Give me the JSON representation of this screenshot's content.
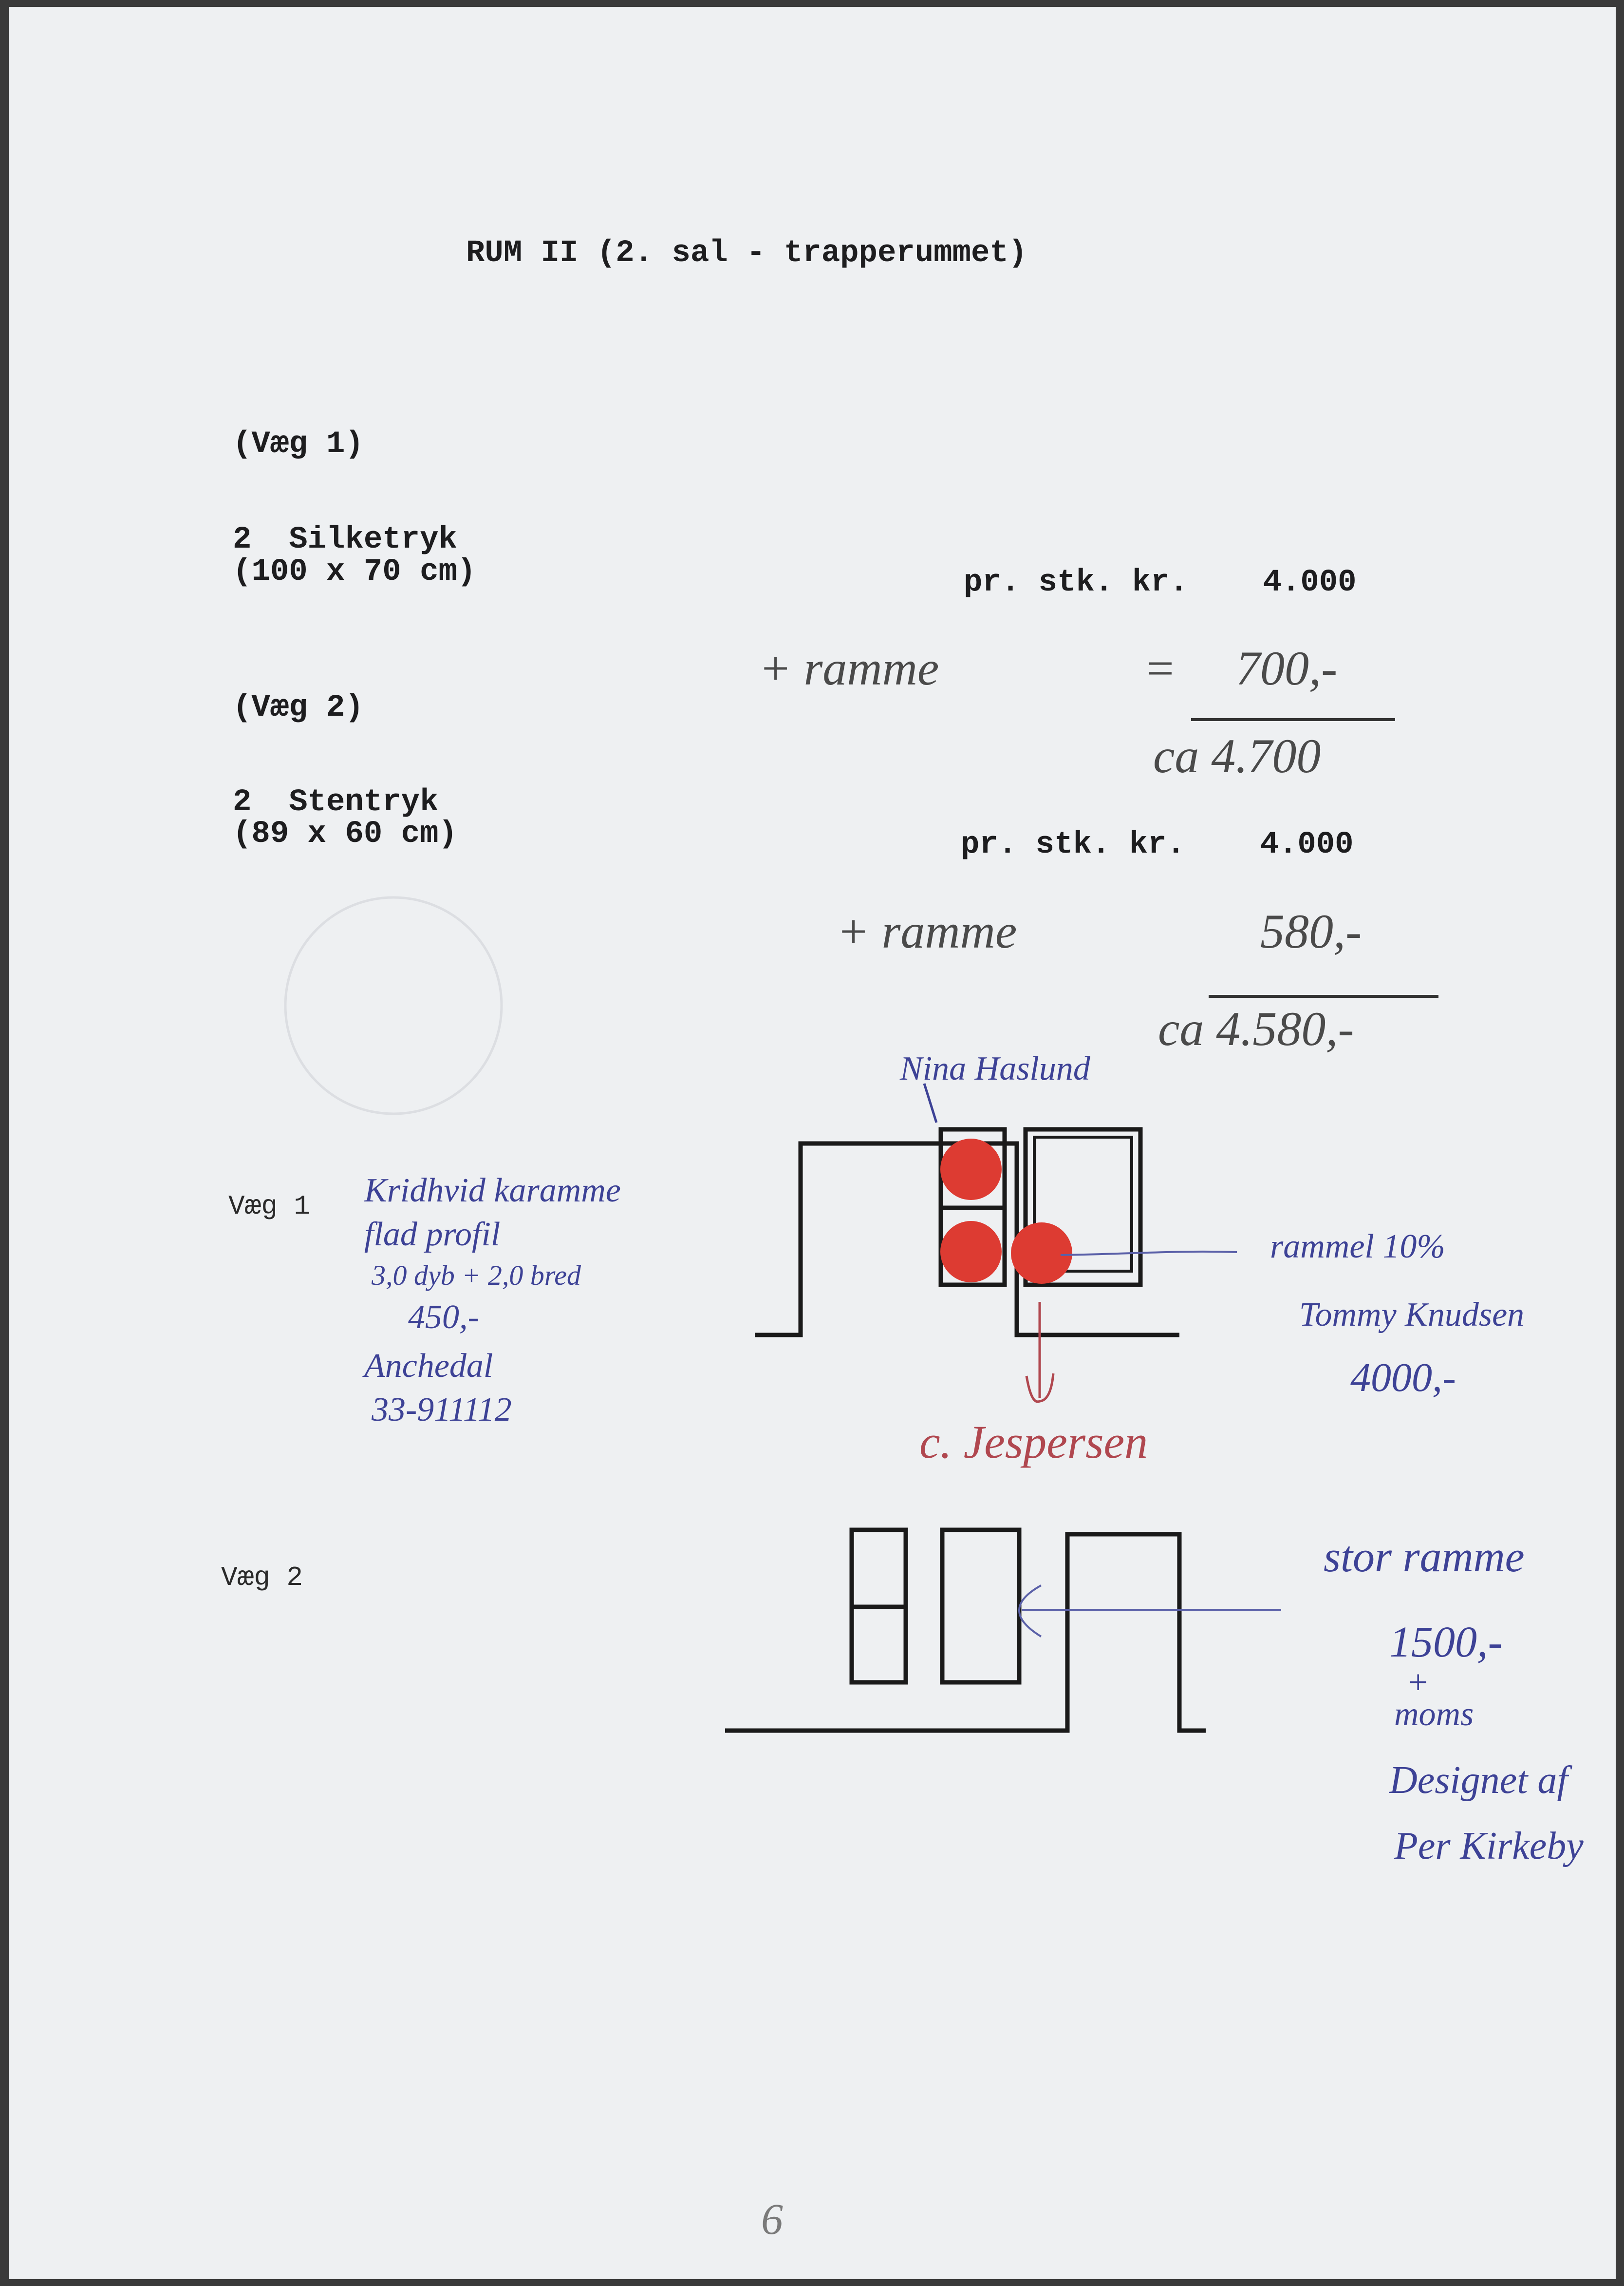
{
  "title": "RUM II (2. sal - trapperummet)",
  "wall1": {
    "heading": "(Væg 1)",
    "item": "2  Silketryk",
    "size": "(100 x 70 cm)",
    "price": "pr. stk. kr.    4.000",
    "frame_label": "+ ramme",
    "frame_eq": "=",
    "frame_price": "700,-",
    "total": "ca 4.700"
  },
  "wall2": {
    "heading": "(Væg 2)",
    "item": "2  Stentryk",
    "size": "(89 x 60 cm)",
    "price": "pr. stk. kr.    4.000",
    "frame_label": "+ ramme",
    "frame_price": "580,-",
    "total": "ca 4.580,-"
  },
  "sketch1": {
    "label": "Væg 1",
    "artist_note": "Nina Haslund",
    "left_notes": [
      "Kridhvid karamme",
      "flad profil",
      "3,0 dyb + 2,0 bred",
      "450,-",
      "Anchedal",
      "33-911112"
    ],
    "right_notes": [
      "rammel 10%",
      "Tommy Knudsen",
      "4000,-"
    ],
    "red_note": "c. Jespersen"
  },
  "sketch2": {
    "label": "Væg 2",
    "right_notes": [
      "stor ramme",
      "1500,-",
      "+",
      "moms",
      "Designet af",
      "Per Kirkeby"
    ]
  },
  "page_number": "6",
  "colors": {
    "ink_blue": "#3d4296",
    "sticker_red": "#dd3b32",
    "ink_red": "#b0474f"
  }
}
